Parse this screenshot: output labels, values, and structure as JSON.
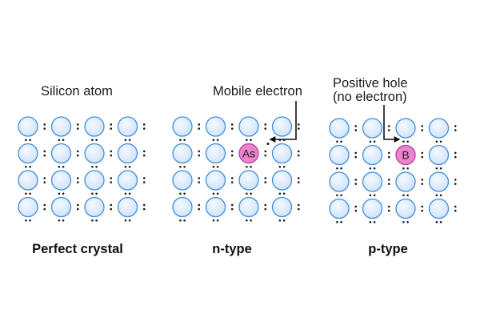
{
  "panels": [
    {
      "title": "Perfect crystal",
      "annotation_lines": [
        "Silicon atom"
      ],
      "dopant": null
    },
    {
      "title": "n-type",
      "annotation_lines": [
        "Mobile electron"
      ],
      "dopant": {
        "label": "As",
        "row": 2,
        "col": 3
      }
    },
    {
      "title": "p-type",
      "annotation_lines": [
        "Positive hole",
        "(no electron)"
      ],
      "dopant": {
        "label": "B",
        "row": 2,
        "col": 3
      }
    }
  ],
  "colors": {
    "silicon_fill": "#cfe2fb",
    "silicon_stroke": "#3f8fdc",
    "dopant_fill": "#ea84cf",
    "dopant_stroke": "#c1459f",
    "electron": "#1a1a1a",
    "pointer": "#111111"
  }
}
